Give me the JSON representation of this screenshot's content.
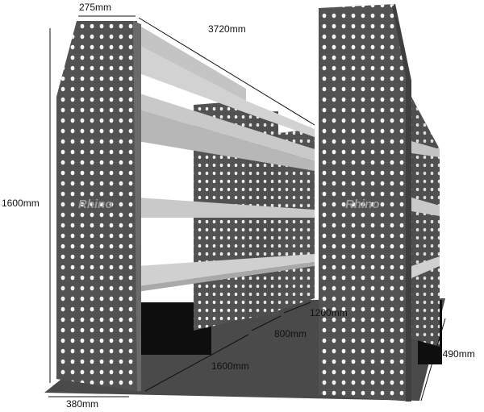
{
  "brand": {
    "logo_text": "Rhino"
  },
  "dimensions": {
    "end_panel_top_depth": "275mm",
    "total_length": "3720mm",
    "height": "1600mm",
    "end_panel_base_depth": "380mm",
    "lower_unit_length": "1600mm",
    "middle_unit_length": "800mm",
    "rear_unit_length": "1200mm",
    "floor_width": "2490mm"
  },
  "colors": {
    "panel": "#525252",
    "panel_dark": "#3f3f3f",
    "shelf": "#b9b9b9",
    "shelf_front": "#d6d6d6",
    "floor": "#4a4a4a",
    "hole": "#ffffff"
  }
}
